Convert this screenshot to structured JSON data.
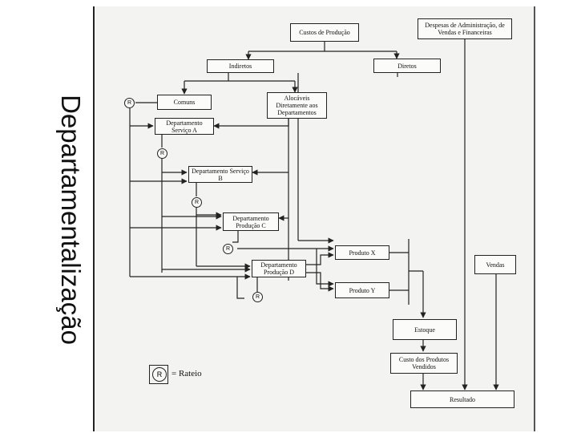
{
  "title": "Departamentalização",
  "diagram": {
    "boxes": {
      "custos": "Custos de Produção",
      "despesas": "Despesas de Administração, de Vendas e Financeiras",
      "indiretos": "Indiretos",
      "diretos": "Diretos",
      "comuns": "Comuns",
      "alocaveis": "Alocáveis Diretamente aos Departamentos",
      "servico_a": "Departamento Serviço A",
      "servico_b": "Departamento Serviço B",
      "producao_c": "Departamento Produção C",
      "producao_d": "Departamento Produção D",
      "produto_x": "Produto X",
      "produto_y": "Produto Y",
      "vendas": "Vendas",
      "estoque": "Estoque",
      "cpv": "Custo dos Produtos Vendidos",
      "resultado": "Resultado"
    },
    "rateio_symbol": "R",
    "legend": {
      "symbol": "R",
      "label": "= Rateio"
    }
  }
}
